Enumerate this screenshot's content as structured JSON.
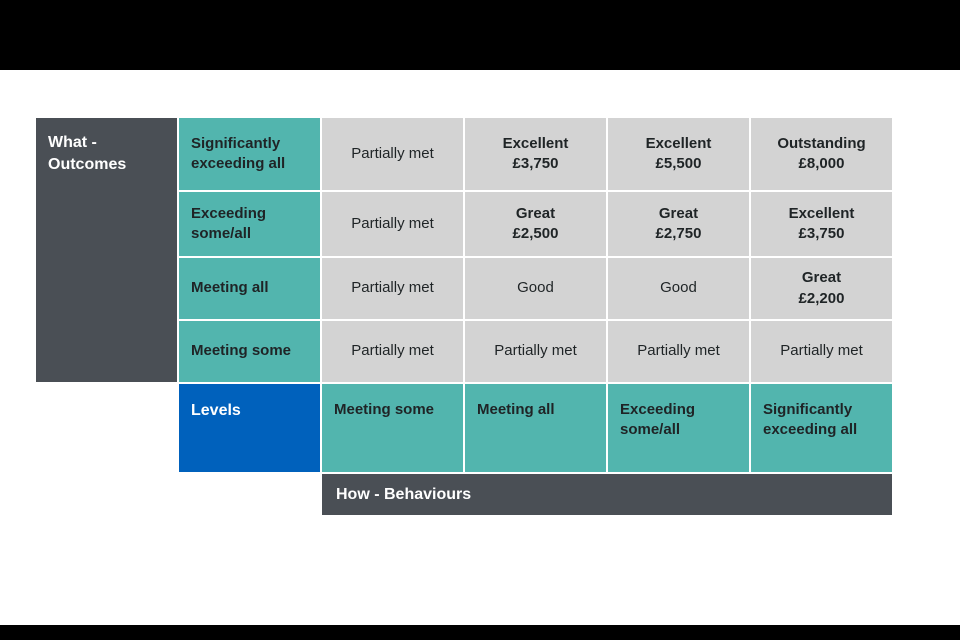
{
  "colors": {
    "letterbox": "#000000",
    "canvas": "#ffffff",
    "dark_header": "#4a4f55",
    "teal": "#52b5ae",
    "cell_gray": "#d3d3d3",
    "blue": "#0061bc",
    "text_dark": "#1f2426",
    "text_light": "#ffffff"
  },
  "table": {
    "outcomes_header": "What -\nOutcomes",
    "behaviours_header": "How - Behaviours",
    "levels_label": "Levels",
    "outcome_rows": [
      {
        "label": "Significantly\nexceeding all",
        "cells": [
          "Partially met",
          "Excellent\n£3,750",
          "Excellent\n£5,500",
          "Outstanding\n£8,000"
        ]
      },
      {
        "label": "Exceeding\nsome/all",
        "cells": [
          "Partially met",
          "Great\n£2,500",
          "Great\n£2,750",
          "Excellent\n£3,750"
        ]
      },
      {
        "label": "Meeting all",
        "cells": [
          "Partially met",
          "Good",
          "Good",
          "Great\n£2,200"
        ]
      },
      {
        "label": "Meeting some",
        "cells": [
          "Partially met",
          "Partially met",
          "Partially met",
          "Partially met"
        ]
      }
    ],
    "behaviour_levels": [
      "Meeting some",
      "Meeting all",
      "Exceeding\nsome/all",
      "Significantly\nexceeding all"
    ]
  }
}
